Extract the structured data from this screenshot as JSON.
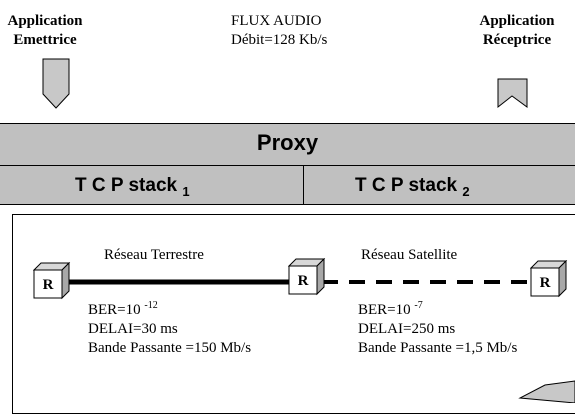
{
  "apps": {
    "sender": {
      "line1": "Application",
      "line2": "Emettrice"
    },
    "receiver": {
      "line1": "Application",
      "line2": "Réceptrice"
    }
  },
  "flux": {
    "line1": "FLUX AUDIO",
    "line2": "Débit=128 Kb/s"
  },
  "proxy": {
    "title": "Proxy"
  },
  "stacks": [
    {
      "label": "T C P stack",
      "index": "1"
    },
    {
      "label": "T C P stack",
      "index": "2"
    }
  ],
  "routers": [
    {
      "label": "R"
    },
    {
      "label": "R"
    },
    {
      "label": "R"
    }
  ],
  "terrestrial": {
    "name": "Réseau Terrestre",
    "ber_prefix": "BER=10",
    "ber_exp": "-12",
    "delay": "DELAI=30 ms",
    "bandwidth": "Bande Passante =150 Mb/s"
  },
  "satellite": {
    "name": "Réseau Satellite",
    "ber_prefix": "BER=10",
    "ber_exp": "-7",
    "delay": "DELAI=250 ms",
    "bandwidth": "Bande Passante =1,5 Mb/s"
  }
}
